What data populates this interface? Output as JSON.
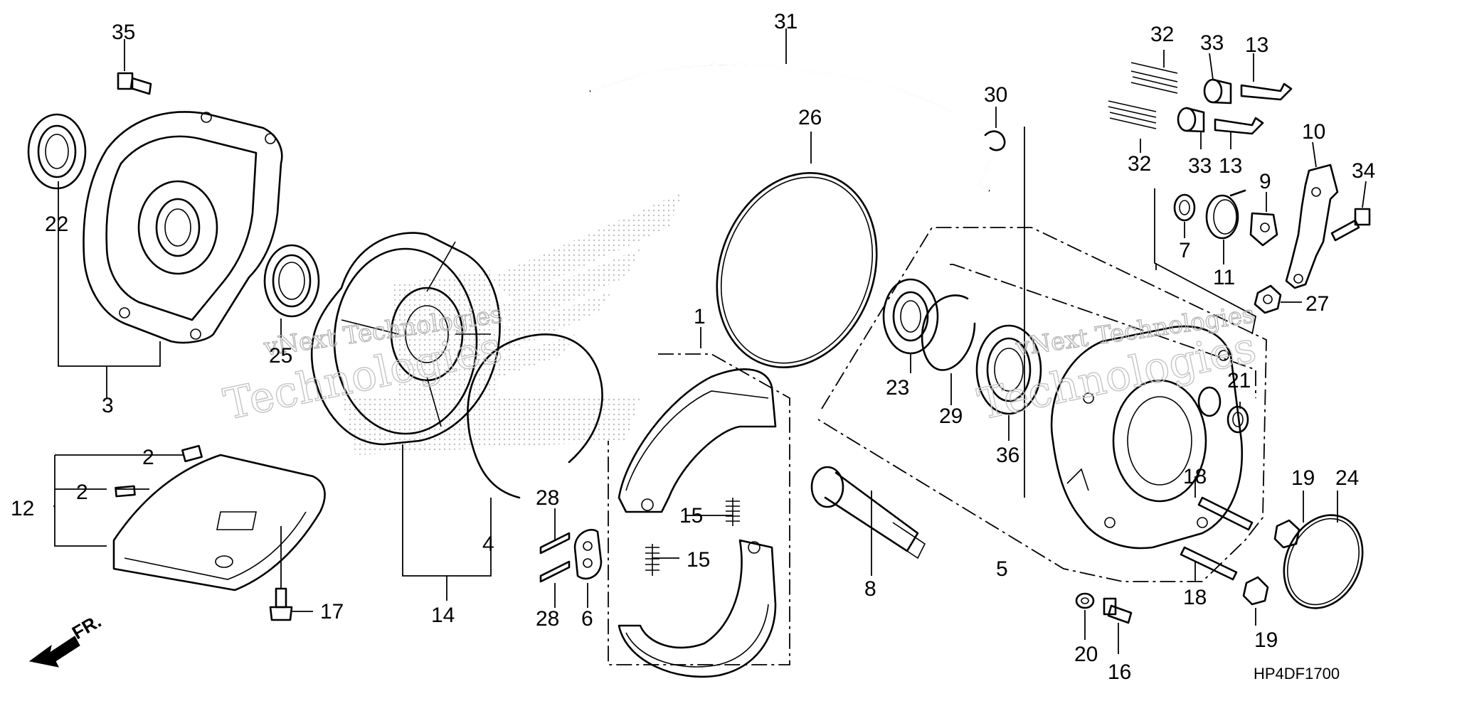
{
  "diagram": {
    "code": "HP4DF1700",
    "front_marker": "FR.",
    "watermark_line1": "vNext Technologies",
    "watermark_line2": "Technologies"
  },
  "callouts": [
    "1",
    "2",
    "2",
    "3",
    "4",
    "5",
    "6",
    "7",
    "8",
    "9",
    "10",
    "11",
    "12",
    "13",
    "13",
    "14",
    "15",
    "15",
    "16",
    "17",
    "18",
    "18",
    "19",
    "19",
    "20",
    "21",
    "22",
    "23",
    "24",
    "25",
    "26",
    "27",
    "28",
    "28",
    "29",
    "30",
    "31",
    "32",
    "32",
    "33",
    "33",
    "34",
    "35",
    "36"
  ]
}
